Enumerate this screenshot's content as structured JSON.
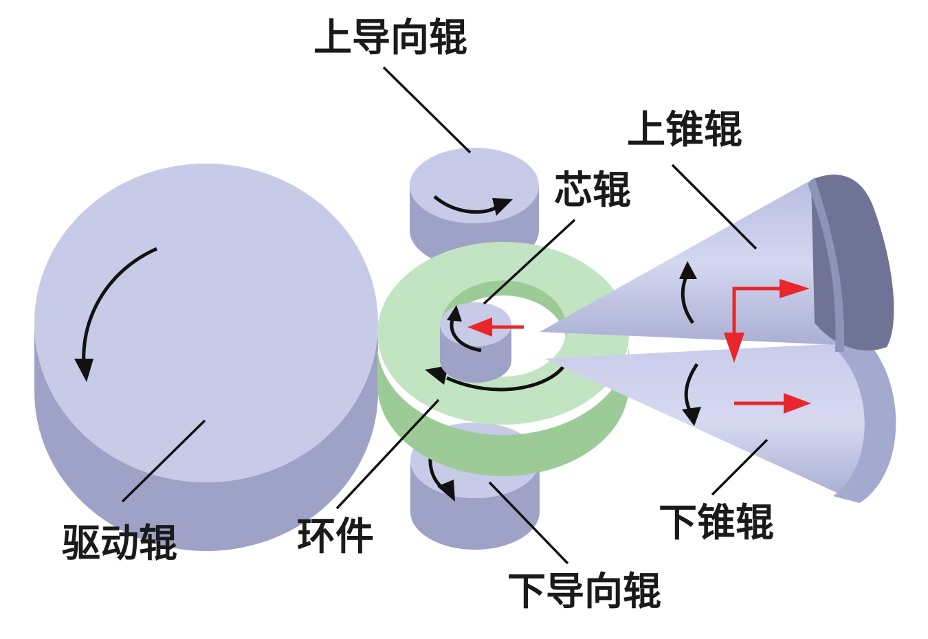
{
  "labels": {
    "upper_guide_roll": "上导向辊",
    "upper_cone_roll": "上锥辊",
    "mandrel_roll": "芯辊",
    "drive_roll": "驱动辊",
    "ring_workpiece": "环件",
    "lower_guide_roll": "下导向辊",
    "lower_cone_roll": "下锥辊"
  },
  "colors": {
    "roll_top": "#C7CBE8",
    "roll_side": "#9EA2C6",
    "ring_top": "#C3E4C2",
    "ring_side": "#9CCB98",
    "rotation_arrow": "#111111",
    "feed_arrow": "#E8262B",
    "leader_line": "#111111"
  }
}
